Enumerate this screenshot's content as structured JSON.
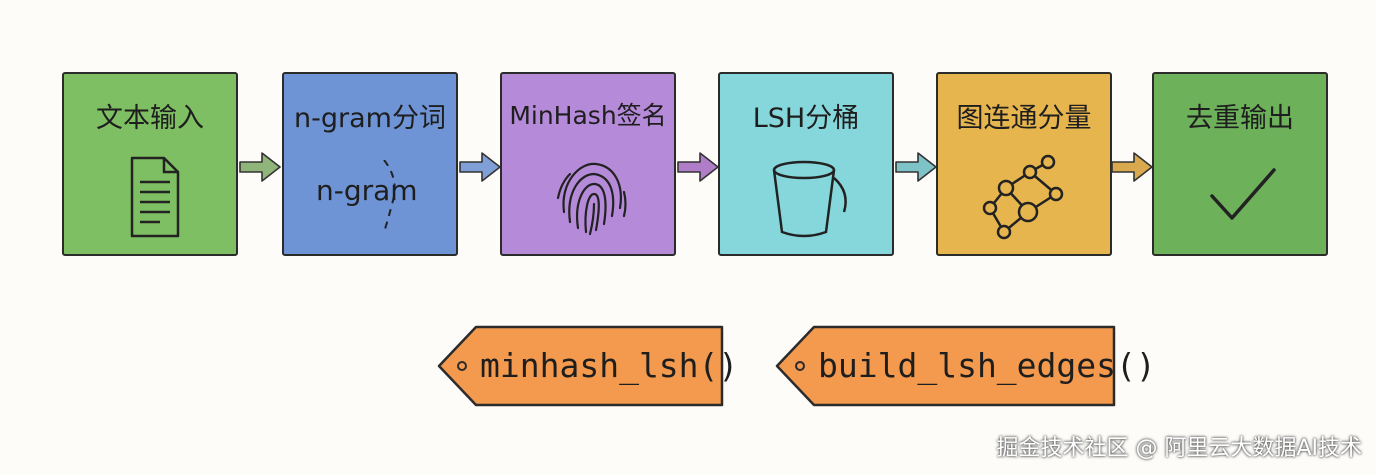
{
  "stages": [
    {
      "label": "文本输入",
      "color": "#7fbf63",
      "icon": "document-icon"
    },
    {
      "label": "n-gram分词",
      "color": "#6f94d6",
      "icon": "split-text-icon",
      "icon_text": "n-gram"
    },
    {
      "label": "MinHash签名",
      "color": "#b58ad8",
      "icon": "fingerprint-icon"
    },
    {
      "label": "LSH分桶",
      "color": "#86d7dc",
      "icon": "bucket-icon"
    },
    {
      "label": "图连通分量",
      "color": "#e6b54e",
      "icon": "graph-network-icon"
    },
    {
      "label": "去重输出",
      "color": "#6db15a",
      "icon": "checkmark-icon"
    }
  ],
  "arrows": [
    {
      "color": "#8fb57a"
    },
    {
      "color": "#7f9fd6"
    },
    {
      "color": "#b07dc9"
    },
    {
      "color": "#7ec3c8"
    },
    {
      "color": "#d9a94f"
    }
  ],
  "functions": [
    {
      "label": "minhash_lsh()",
      "color": "#f39a4e"
    },
    {
      "label": "build_lsh_edges()",
      "color": "#f39a4e"
    }
  ],
  "watermark": "掘金技术社区 @ 阿里云大数据AI技术"
}
